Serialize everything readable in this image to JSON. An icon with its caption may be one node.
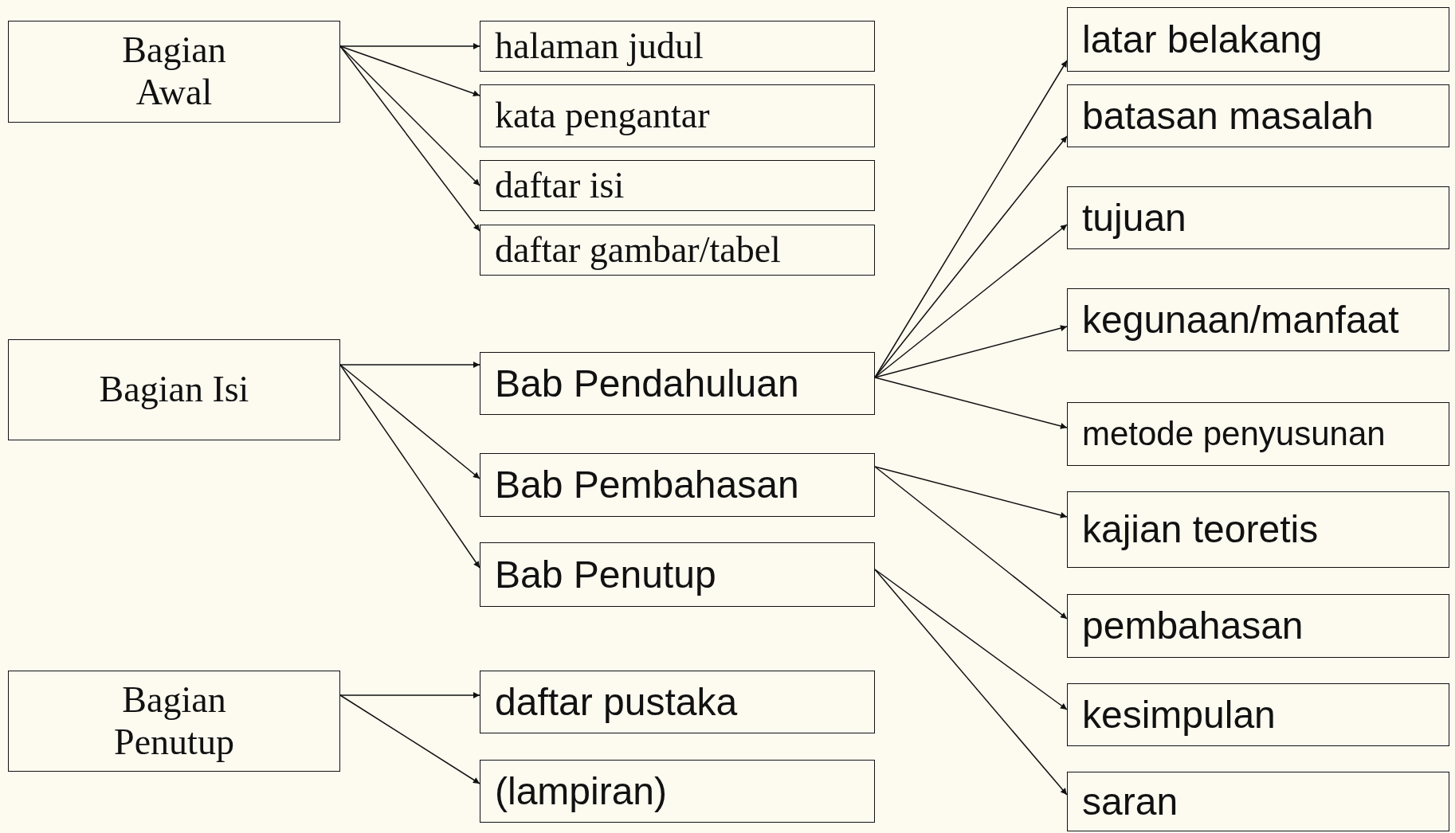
{
  "diagram": {
    "nodes": [
      {
        "text": [
          "Bagian Awal"
        ]
      },
      {
        "text": [
          "halaman judul"
        ]
      },
      {
        "text": [
          "kata pengantar"
        ]
      },
      {
        "text": [
          "daftar isi"
        ]
      },
      {
        "text": [
          "daftar gambar/tabel"
        ]
      },
      {
        "text": [
          "Bagian Isi"
        ]
      },
      {
        "text": [
          "Bab Pendahuluan"
        ]
      },
      {
        "text": [
          "Bab Pembahasan"
        ]
      },
      {
        "text": [
          "Bab Penutup"
        ]
      },
      {
        "text": [
          "Bagian Penutup"
        ]
      },
      {
        "text": [
          "daftar pustaka"
        ]
      },
      {
        "text": [
          "(lampiran)"
        ]
      },
      {
        "text": [
          "latar belakang"
        ]
      },
      {
        "text": [
          "batasan masalah"
        ]
      },
      {
        "text": [
          "tujuan"
        ]
      },
      {
        "text": [
          "kegunaan/manfaat"
        ]
      },
      {
        "text": [
          "metode penyusunan"
        ]
      },
      {
        "text": [
          "kajian teoretis"
        ]
      },
      {
        "text": [
          "pembahasan"
        ]
      },
      {
        "text": [
          "kesimpulan"
        ]
      },
      {
        "text": [
          "saran"
        ]
      }
    ],
    "edges": [
      {
        "from": 0,
        "to": 1,
        "arrow": "to"
      },
      {
        "from": 0,
        "to": 2,
        "arrow": "to"
      },
      {
        "from": 0,
        "to": 3,
        "arrow": "to"
      },
      {
        "from": 0,
        "to": 4,
        "arrow": "to"
      },
      {
        "from": 5,
        "to": 6,
        "arrow": "to"
      },
      {
        "from": 5,
        "to": 7,
        "arrow": "to"
      },
      {
        "from": 5,
        "to": 8,
        "arrow": "to"
      },
      {
        "from": 9,
        "to": 10,
        "arrow": "to"
      },
      {
        "from": 9,
        "to": 11,
        "arrow": "to"
      },
      {
        "from": 6,
        "to": 12,
        "arrow": "to"
      },
      {
        "from": 6,
        "to": 13,
        "arrow": "to"
      },
      {
        "from": 6,
        "to": 14,
        "arrow": "to"
      },
      {
        "from": 6,
        "to": 15,
        "arrow": "to"
      },
      {
        "from": 6,
        "to": 16,
        "arrow": "to"
      },
      {
        "from": 7,
        "to": 17,
        "arrow": "to"
      },
      {
        "from": 7,
        "to": 18,
        "arrow": "to"
      },
      {
        "from": 8,
        "to": 19,
        "arrow": "to"
      },
      {
        "from": 8,
        "to": 20,
        "arrow": "to"
      }
    ]
  }
}
